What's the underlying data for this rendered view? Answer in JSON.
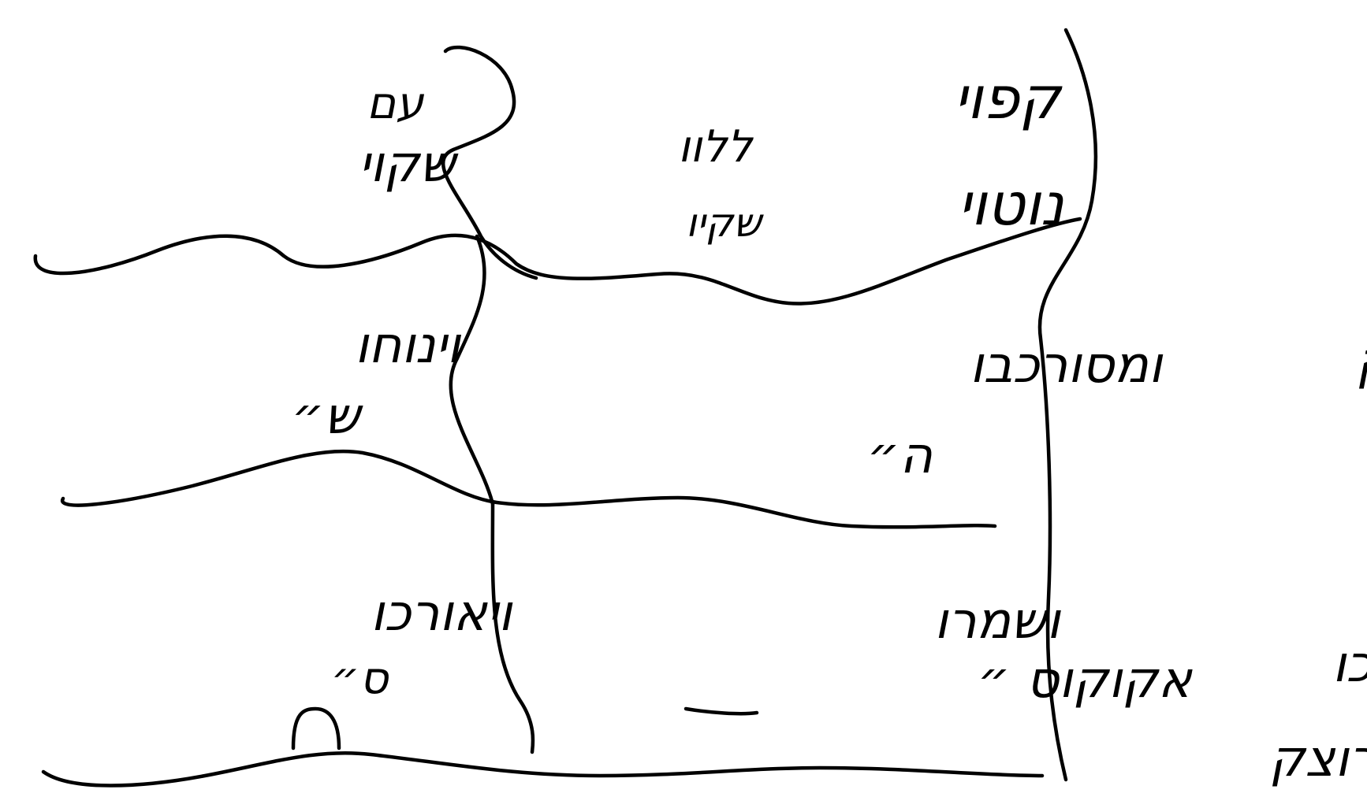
{
  "sketch": {
    "cells": {
      "top_left": {
        "line1": "עם",
        "line2": "שקוי"
      },
      "top_middle": {
        "line1": "ללוו",
        "line2": "שקיו"
      },
      "top_right": {
        "line1": "קפוי",
        "line2": "נוטוי"
      },
      "middle_left": {
        "line1": "וינוחו",
        "line2": "ש״"
      },
      "middle_right": {
        "line1": "ומסורכבו",
        "line2": "ה״"
      },
      "bottom_left": {
        "line1": "ויאורכו",
        "line2": "ס״"
      },
      "bottom_right": {
        "line1": "ושמרו",
        "line2": "אקוקוס ״"
      }
    },
    "margin_labels": {
      "right_upper": "רוציק",
      "right_lower": {
        "line1": "לכו",
        "line2": "רוצק"
      }
    }
  }
}
